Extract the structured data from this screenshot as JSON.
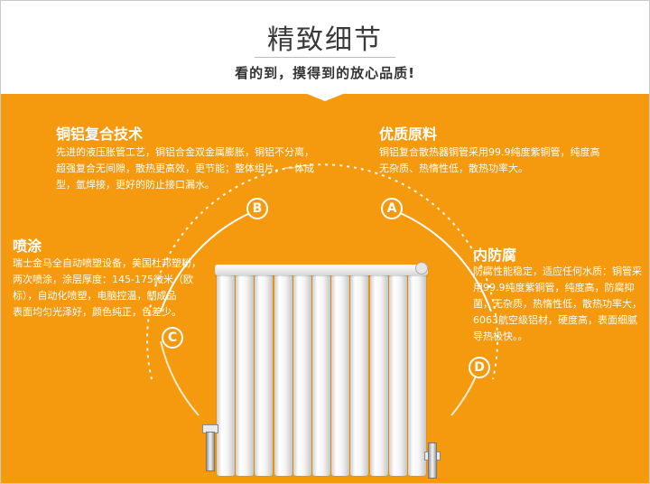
{
  "banner": {
    "title": "精致细节",
    "subtitle": "看的到，摸得到的放心品质!"
  },
  "features": {
    "copper_aluminum": {
      "title": "铜铝复合技术",
      "lines": [
        "先进的液压胀管工艺，铜铝合金双金属膨胀，铜铝不分离，",
        "超强复合无间隙，散热更高效，更节能；整体组片，一体成",
        "型，氩焊接，更好的防止接口漏水。"
      ]
    },
    "quality_material": {
      "title": "优质原料",
      "lines": [
        "铜铝复合散热器铜管采用99.9纯度紫铜管，纯度高",
        "无杂质、热惰性低，散热功率大。"
      ]
    },
    "spray_coating": {
      "title": "喷涂",
      "lines": [
        "瑞士金马全自动喷塑设备，美国杜邦塑粉，",
        "两次喷涂，涂层厚度：145-175微米（欧",
        "标），自动化喷塑，电脑控温，制成品",
        "表面均匀光泽好，颜色纯正，色差少。"
      ]
    },
    "anti_corrosion": {
      "title": "内防腐",
      "lines": [
        "防腐性能稳定，适应任何水质：铜管采",
        "用99.9纯度紫铜管，纯度高，防腐抑",
        "菌，无杂质，热惰性低，散热功率大，",
        "6063航空级铝材，硬度高，表面细腻",
        "导热极快。。"
      ]
    }
  },
  "badges": {
    "a": "A",
    "b": "B",
    "c": "C",
    "d": "D"
  },
  "colors": {
    "background": "#f59a0e",
    "banner": "#ffffff",
    "text": "#ffffff"
  },
  "radiator": {
    "columns": 11
  }
}
